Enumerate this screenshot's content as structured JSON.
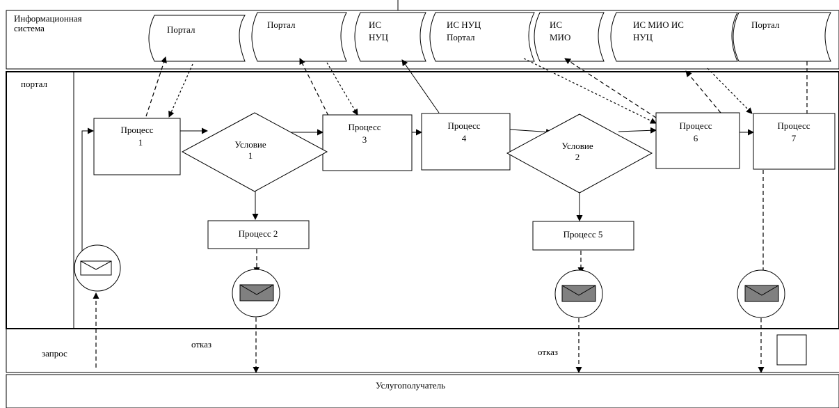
{
  "lanes": {
    "info_system_line1": "Информационная",
    "info_system_line2": "система",
    "portal": "портал"
  },
  "storages": [
    {
      "line1": "Портал",
      "line2": ""
    },
    {
      "line1": "Портал",
      "line2": ""
    },
    {
      "line1": "ИС",
      "line2": "НУЦ"
    },
    {
      "line1": "ИС НУЦ",
      "line2": "Портал"
    },
    {
      "line1": "ИС",
      "line2": "МИО"
    },
    {
      "line1": "ИС МИО ИС",
      "line2": "НУЦ"
    },
    {
      "line1": "Портал",
      "line2": ""
    }
  ],
  "processes": {
    "p1": {
      "line1": "Процесс",
      "line2": "1"
    },
    "p2": {
      "line1": "Процесс 2"
    },
    "p3": {
      "line1": "Процесс",
      "line2": "3"
    },
    "p4": {
      "line1": "Процесс",
      "line2": "4"
    },
    "p5": {
      "line1": "Процесс 5"
    },
    "p6": {
      "line1": "Процесс",
      "line2": "6"
    },
    "p7": {
      "line1": "Процесс",
      "line2": "7"
    }
  },
  "conditions": {
    "c1": {
      "line1": "Условие",
      "line2": "1"
    },
    "c2": {
      "line1": "Условие",
      "line2": "2"
    }
  },
  "labels": {
    "request": "запрос",
    "refusal_1": "отказ",
    "refusal_2": "отказ",
    "recipient": "Услугополучатель"
  }
}
